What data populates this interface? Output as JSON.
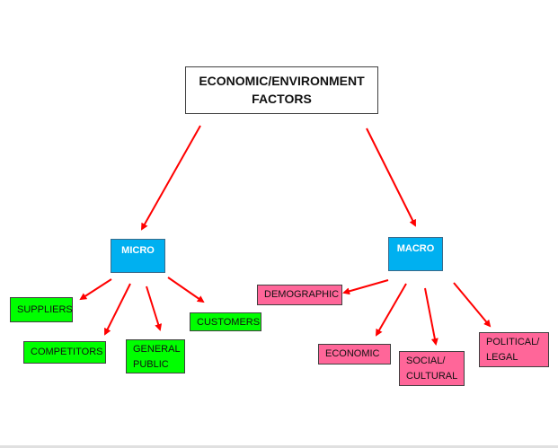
{
  "root": {
    "label": "ECONOMIC/ENVIRONMENT\nFACTORS"
  },
  "micro": {
    "label": "MICRO",
    "children": [
      "SUPPLIERS",
      "COMPETITORS",
      "GENERAL\nPUBLIC",
      "CUSTOMERS"
    ]
  },
  "macro": {
    "label": "MACRO",
    "children": [
      "DEMOGRAPHIC",
      "ECONOMIC",
      "SOCIAL/\nCULTURAL",
      "POLITICAL/\nLEGAL"
    ]
  },
  "colors": {
    "arrow": "#ff0000",
    "category": "#00b0f0",
    "micro_item": "#00ff00",
    "macro_item": "#ff6699"
  }
}
